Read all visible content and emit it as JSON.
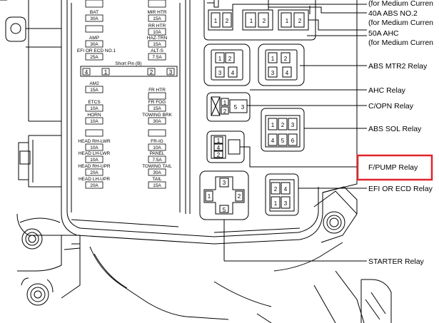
{
  "diagram": {
    "top_labels": {
      "medium_current_1": "(for Medium Curren",
      "abs_no2": "40A ABS NO.2",
      "medium_current_2": "(for Medium Curren",
      "ahc_50a": "50A AHC",
      "medium_current_3": "(for Medium Curren"
    },
    "relay_callouts": [
      {
        "name": "ABS MTR2 Relay"
      },
      {
        "name": "AHC Relay"
      },
      {
        "name": "C/OPN Relay"
      },
      {
        "name": "ABS SOL Relay"
      },
      {
        "name": "F/PUMP Relay",
        "highlighted": true
      },
      {
        "name": "EFI OR ECD Relay"
      },
      {
        "name": "STARTER Relay"
      }
    ],
    "highlight_color": "#e0242a",
    "fuses_left": [
      {
        "name": "BAT",
        "value": "30A"
      },
      {
        "name": "AMP",
        "value": "30A"
      },
      {
        "name": "EFI OR ECD NO.1",
        "value": "25A"
      },
      {
        "name": "AM2",
        "value": "15A"
      },
      {
        "name": "ETCS",
        "value": "10A"
      },
      {
        "name": "HORN",
        "value": "10A"
      },
      {
        "name": "HEAD RH-LWR",
        "value": "10A"
      },
      {
        "name": "HEAD LH-LWR",
        "value": "10A"
      },
      {
        "name": "HEAD RH-UPR",
        "value": "20A"
      },
      {
        "name": "HEAD LH-UPR",
        "value": "20A"
      }
    ],
    "fuses_right": [
      {
        "name": "MIR HTR",
        "value": "15A"
      },
      {
        "name": "RR HTR",
        "value": "10A"
      },
      {
        "name": "HAZ-TRN",
        "value": "15A"
      },
      {
        "name": "ALT-S",
        "value": "7.5A"
      },
      {
        "name": "FR FOG",
        "value": "15A"
      },
      {
        "name": "TOWING BRK",
        "value": "30A"
      },
      {
        "name": "FR-IG",
        "value": "10A"
      },
      {
        "name": "PANEL",
        "value": "7.5A"
      },
      {
        "name": "TOWING TAIL",
        "value": "30A"
      },
      {
        "name": "TAIL",
        "value": "15A"
      }
    ],
    "short_pin": {
      "label": "Short Pin (B)",
      "pins": [
        "4",
        "1",
        "2",
        "3"
      ]
    },
    "relay_pins": {
      "top_relays": [
        [
          "1",
          "2"
        ],
        [
          "1",
          "2"
        ],
        [
          "1",
          "2"
        ]
      ],
      "abs_mtr2_left": [
        "1",
        "2",
        "3",
        "4"
      ],
      "abs_mtr2_right": [
        "1",
        "2",
        "3",
        "4"
      ],
      "c_opn": [
        "1",
        "2",
        "5",
        "3"
      ],
      "abs_sol": [
        "1",
        "2",
        "3",
        "4",
        "5",
        "6"
      ],
      "f_pump": [
        "1",
        "4",
        "2"
      ],
      "starter": [
        "3",
        "1",
        "2",
        "5"
      ],
      "efi": [
        "2",
        "4",
        "1",
        "3"
      ]
    }
  }
}
